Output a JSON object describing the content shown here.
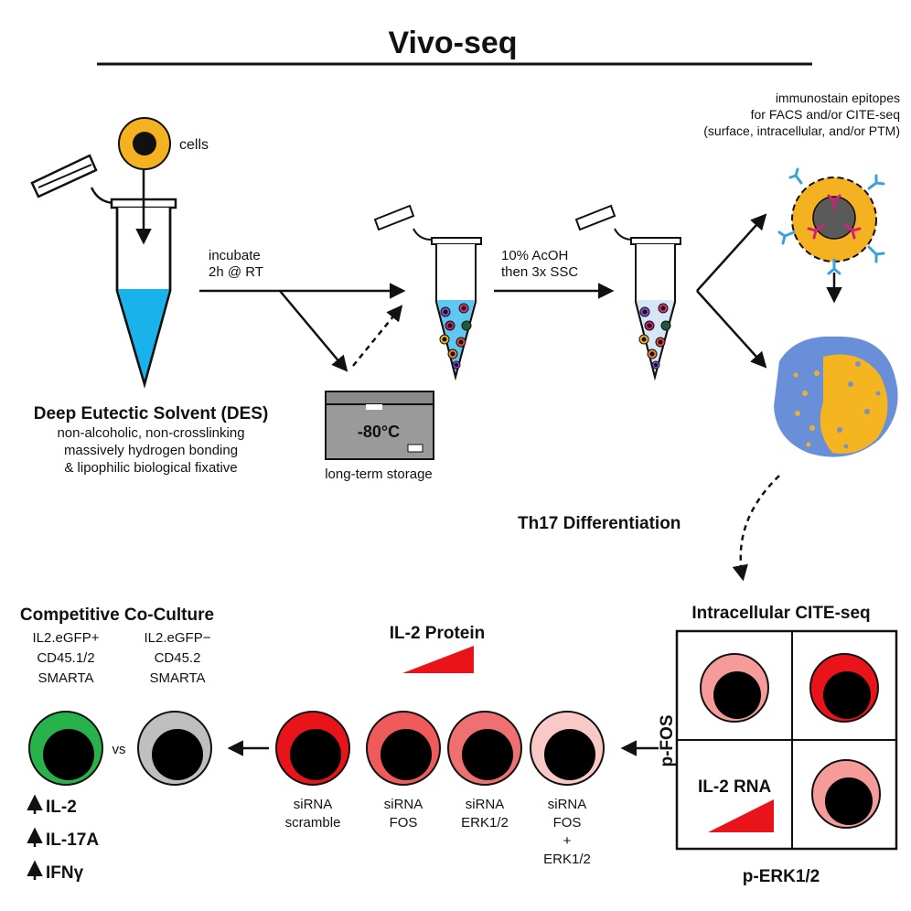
{
  "title": "Vivo-seq",
  "cells_label": "cells",
  "step1": {
    "line1": "incubate",
    "line2": "2h @ RT"
  },
  "step2": {
    "line1": "10% AcOH",
    "line2": "then 3x SSC"
  },
  "freezer": {
    "temp": "-80°C",
    "caption": "long-term storage"
  },
  "des": {
    "title": "Deep Eutectic Solvent (DES)",
    "lines": [
      "non-alcoholic, non-crosslinking",
      "massively hydrogen bonding",
      "& lipophilic biological fixative"
    ]
  },
  "immuno": {
    "lines": [
      "immunostain epitopes",
      "for FACS and/or CITE-seq",
      "(surface, intracellular, and/or PTM)"
    ]
  },
  "th17_label": "Th17 Differentiation",
  "cite_title": "Intracellular CITE-seq",
  "axis_y": "p-FOS",
  "axis_x": "p-ERK1/2",
  "il2_rna": "IL-2 RNA",
  "il2_protein": "IL-2 Protein",
  "sirna_cells": [
    {
      "lines": [
        "siRNA",
        "scramble"
      ],
      "color": "#e8141a"
    },
    {
      "lines": [
        "siRNA",
        "FOS"
      ],
      "color": "#ef5a5a"
    },
    {
      "lines": [
        "siRNA",
        "ERK1/2"
      ],
      "color": "#ef7070"
    },
    {
      "lines": [
        "siRNA",
        "FOS",
        "+",
        "ERK1/2"
      ],
      "color": "#f8c9c6"
    }
  ],
  "coculture": {
    "title": "Competitive Co-Culture",
    "left": {
      "lines": [
        "IL2.eGFP+",
        "CD45.1/2",
        "SMARTA"
      ],
      "color": "#27b34a"
    },
    "right": {
      "lines": [
        "IL2.eGFP−",
        "CD45.2",
        "SMARTA"
      ],
      "color": "#bfbfbf"
    },
    "vs": "vs",
    "upregulated": [
      "IL-2",
      "IL-17A",
      "IFNγ"
    ]
  },
  "colors": {
    "des_blue": "#1ab2ea",
    "cell_yellow": "#f5b220",
    "antibody_blue": "#3aa2d9",
    "antibody_magenta": "#d2207a",
    "umap_blue": "#6a8fd9",
    "umap_orange": "#f5b520"
  }
}
